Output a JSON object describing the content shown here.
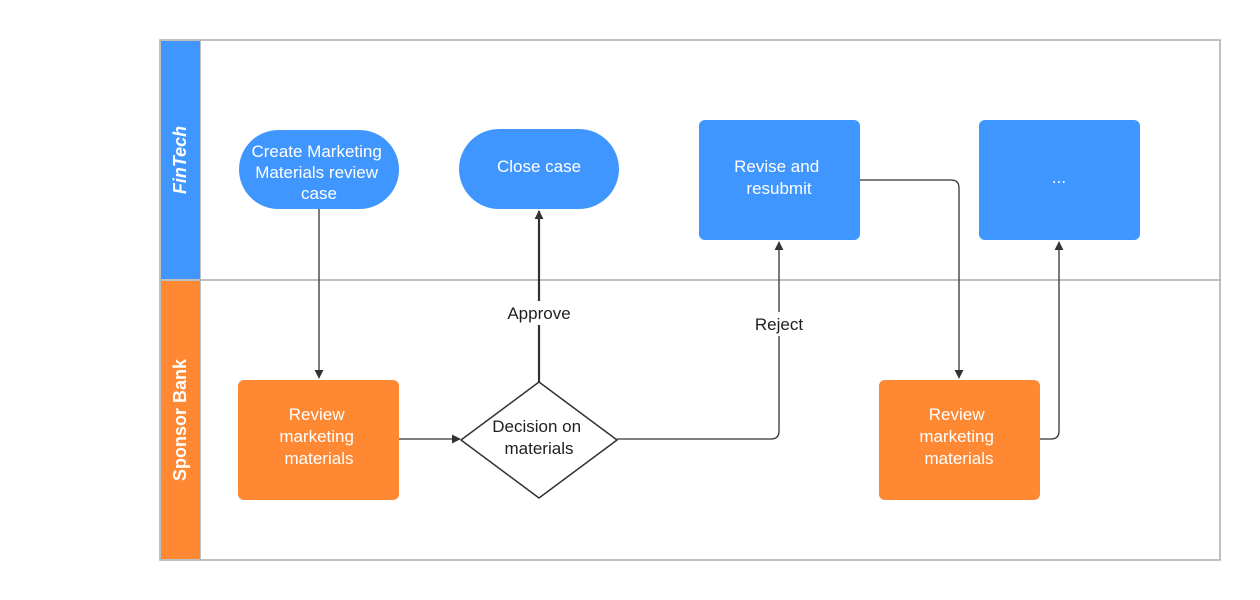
{
  "colors": {
    "fintech": "#4096ff",
    "sponsor_bank": "#ff8833",
    "lane_border": "#aaaaaa",
    "edge": "#333333"
  },
  "lanes": {
    "fintech": {
      "label": "FinTech"
    },
    "sponsor_bank": {
      "label": "Sponsor Bank"
    }
  },
  "nodes": {
    "create_case": {
      "lines": [
        "Create Marketing",
        "Materials review",
        "case"
      ]
    },
    "close_case": {
      "lines": [
        "Close case"
      ]
    },
    "revise_resubmit": {
      "lines": [
        "Revise and",
        "resubmit"
      ]
    },
    "ellipsis": {
      "lines": [
        "..."
      ]
    },
    "review_1": {
      "lines": [
        "Review",
        "marketing",
        "materials"
      ]
    },
    "decision": {
      "lines": [
        "Decision on",
        "materials"
      ]
    },
    "review_2": {
      "lines": [
        "Review",
        "marketing",
        "materials"
      ]
    }
  },
  "edges": {
    "approve": {
      "label": "Approve"
    },
    "reject": {
      "label": "Reject"
    }
  }
}
